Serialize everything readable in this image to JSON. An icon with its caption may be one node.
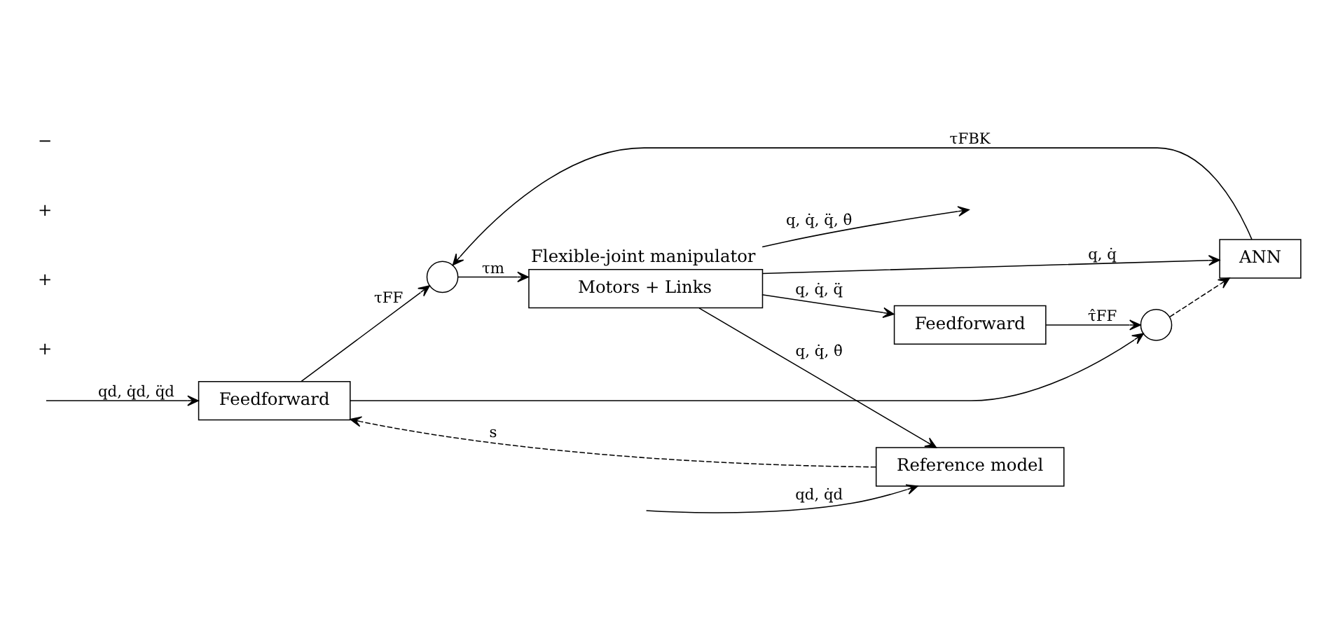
{
  "diagram": {
    "nodes": [
      {
        "text": [
          "Feedforward"
        ]
      },
      {
        "text": [],
        "shape": "circle"
      },
      {
        "text": [
          "Motors + Links"
        ],
        "beside": [
          "Flexible-joint manipulator"
        ]
      },
      {
        "text": [
          "ANN"
        ]
      },
      {
        "text": [],
        "shape": "circle"
      },
      {
        "text": [
          "Feedforward"
        ]
      },
      {
        "text": [
          "Reference model"
        ]
      }
    ],
    "edges": [
      {
        "from": null,
        "to": 0,
        "arrow": "to",
        "label": "qd, q̇d, q̈d"
      },
      {
        "from": 0,
        "to": 1,
        "arrow": "to",
        "label": "τFF"
      },
      {
        "from": 1,
        "to": 2,
        "arrow": "to",
        "label": "τm"
      },
      {
        "from": 2,
        "to": null,
        "arrow": "to",
        "label": "q, q̇, q̈, θ̇"
      },
      {
        "from": 2,
        "to": 3,
        "arrow": "to",
        "label": "q, q̇"
      },
      {
        "from": 3,
        "to": 1,
        "arrow": "to",
        "label": "τFBK"
      },
      {
        "from": 0,
        "to": 4,
        "arrow": "to"
      },
      {
        "from": 2,
        "to": 5,
        "arrow": "to",
        "label": "q, q̇, q̈"
      },
      {
        "from": 5,
        "to": 4,
        "arrow": "to",
        "label": "τ̂FF"
      },
      {
        "from": 4,
        "to": 3,
        "arrow": "to",
        "style": "dashed"
      },
      {
        "from": null,
        "to": 6,
        "arrow": "to",
        "label": "qd, q̇d"
      },
      {
        "from": 2,
        "to": 6,
        "arrow": "to",
        "label": "q, q̇, θ̇"
      },
      {
        "from": 6,
        "to": 0,
        "arrow": "to",
        "style": "dashed",
        "label": "s"
      }
    ],
    "labels": [
      "+",
      "+",
      "+",
      "−"
    ]
  }
}
